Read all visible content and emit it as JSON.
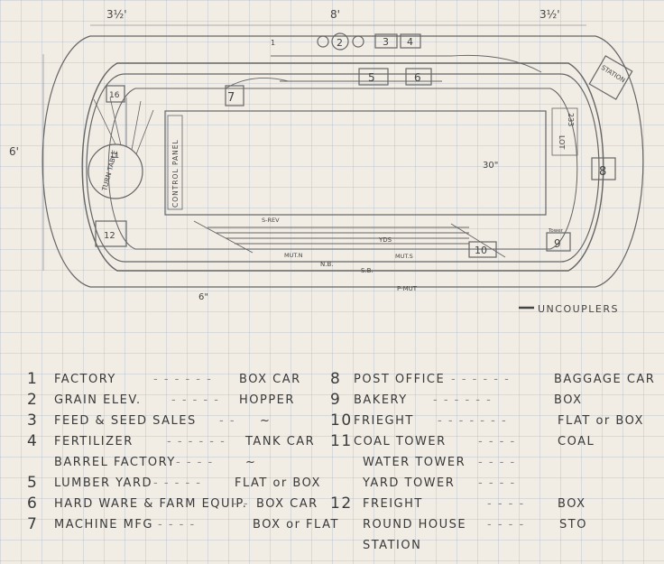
{
  "layout": {
    "dim_left_top": "3½'",
    "dim_center_top": "8'",
    "dim_right_top": "3½'",
    "dim_side": "6'",
    "dim_inner": "30\"",
    "dim_bottom": "6\"",
    "control_panel": "CONTROL PANEL",
    "turntable": "TURN TABLE",
    "station": "STATION",
    "lot": "LOT",
    "lot_num": "233",
    "yds": "YDS",
    "nb": "N.B.",
    "sb": "S.B.",
    "mut_n": "MUT.N",
    "mut_s": "MUT.S",
    "p_mut": "P-MUT",
    "s_rev": "S-REV",
    "tower": "Tower",
    "uncouplers": "UNCOUPLERS",
    "blocks": {
      "b1": "1",
      "b2": "2",
      "b3": "3",
      "b4": "4",
      "b5": "5",
      "b6": "6",
      "b7": "7",
      "b8": "8",
      "b9": "9",
      "b10": "10",
      "b11": "11",
      "b12": "12",
      "b16": "16"
    }
  },
  "legend_left": [
    {
      "num": "1",
      "name": "FACTORY",
      "dash": "- - - - - -",
      "car": "BOX CAR"
    },
    {
      "num": "2",
      "name": "GRAIN ELEV.",
      "dash": "- - - - -",
      "car": "HOPPER"
    },
    {
      "num": "3",
      "name": "FEED & SEED SALES",
      "dash": "- -",
      "car": "~"
    },
    {
      "num": "4",
      "name": "FERTILIZER",
      "dash": "- - - - - -",
      "car": "TANK CAR"
    },
    {
      "num": "",
      "name": "BARREL FACTORY",
      "dash": "- - - -",
      "car": "~"
    },
    {
      "num": "5",
      "name": "LUMBER YARD",
      "dash": "- - - - -",
      "car": "FLAT or BOX"
    },
    {
      "num": "6",
      "name": "HARD WARE & FARM EQUIP.",
      "dash": "- -",
      "car": "BOX CAR"
    },
    {
      "num": "7",
      "name": "MACHINE MFG",
      "dash": "- - - -",
      "car": "BOX or FLAT"
    }
  ],
  "legend_right": [
    {
      "num": "8",
      "name": "POST OFFICE",
      "dash": "- - - - - -",
      "car": "BAGGAGE CAR"
    },
    {
      "num": "9",
      "name": "BAKERY",
      "dash": "- - - - - -",
      "car": "BOX"
    },
    {
      "num": "10",
      "name": "FRIEGHT",
      "dash": "- - - - - - -",
      "car": "FLAT or BOX"
    },
    {
      "num": "11",
      "name": "COAL TOWER",
      "dash": "- - - -",
      "car": "COAL"
    },
    {
      "num": "",
      "name": "WATER TOWER",
      "dash": "- - - -",
      "car": ""
    },
    {
      "num": "",
      "name": "YARD TOWER",
      "dash": "- - - -",
      "car": ""
    },
    {
      "num": "12",
      "name": "FREIGHT",
      "dash": "- - - -",
      "car": "BOX"
    },
    {
      "num": "",
      "name": "ROUND HOUSE",
      "dash": "- - - -",
      "car": "STO"
    },
    {
      "num": "",
      "name": "STATION",
      "dash": "",
      "car": ""
    }
  ]
}
